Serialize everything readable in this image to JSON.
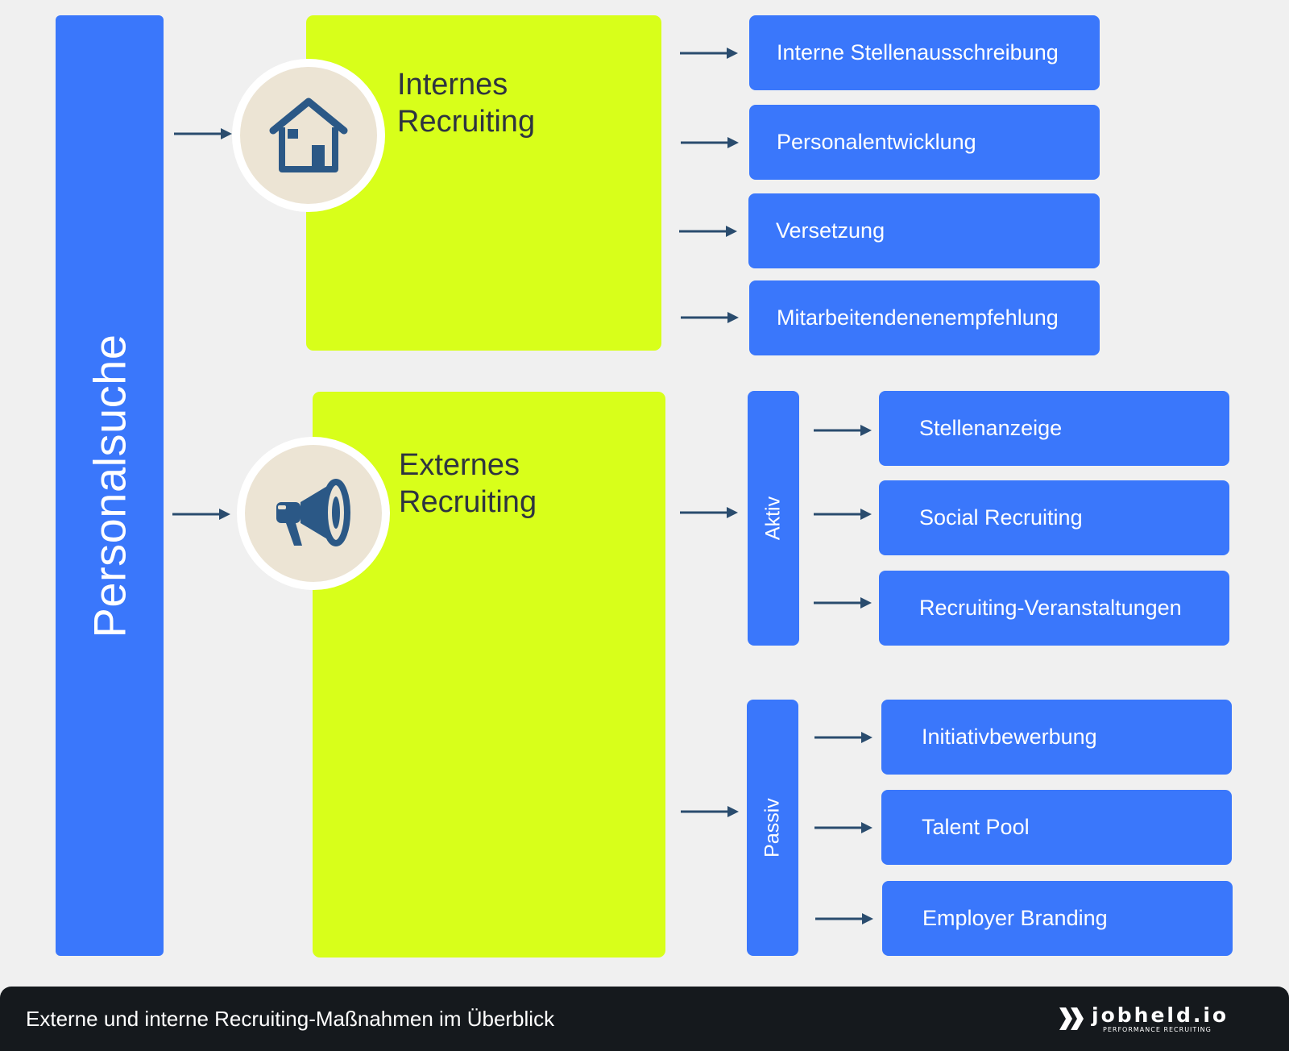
{
  "diagram": {
    "root": {
      "label": "Personalsuche"
    },
    "internal": {
      "title_line1": "Internes",
      "title_line2": "Recruiting",
      "icon": "house-icon",
      "items": [
        {
          "label": "Interne Stellenausschreibung"
        },
        {
          "label": "Personalentwicklung"
        },
        {
          "label": "Versetzung"
        },
        {
          "label": "Mitarbeitendenenempfehlung"
        }
      ]
    },
    "external": {
      "title_line1": "Externes",
      "title_line2": "Recruiting",
      "icon": "megaphone-icon",
      "active": {
        "label": "Aktiv",
        "items": [
          {
            "label": "Stellenanzeige"
          },
          {
            "label": "Social Recruiting"
          },
          {
            "label": "Recruiting-Veranstaltungen"
          }
        ]
      },
      "passive": {
        "label": "Passiv",
        "items": [
          {
            "label": "Initiativbewerbung"
          },
          {
            "label": "Talent Pool"
          },
          {
            "label": "Employer Branding"
          }
        ]
      }
    }
  },
  "colors": {
    "primary_blue": "#3a77fb",
    "lime": "#d8ff1a",
    "background": "#f0f0f0",
    "arrow": "#2a4c6e",
    "icon": "#2b5886",
    "icon_circle": "#ece4d4",
    "footer": "#15191d"
  },
  "footer": {
    "caption": "Externe und interne Recruiting-Maßnahmen im Überblick",
    "brand_name": "jobheld.io",
    "brand_tagline": "PERFORMANCE RECRUITING",
    "brand_icon": "jobheld-logo-icon"
  }
}
